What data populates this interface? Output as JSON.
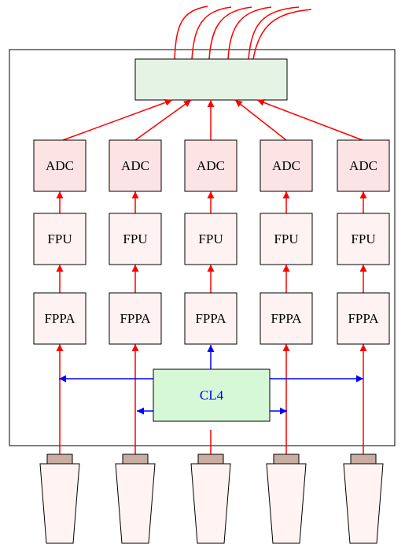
{
  "channels": [
    {
      "adc_label": "ADC",
      "fpu_label": "FPU",
      "fppa_label": "FPPA"
    },
    {
      "adc_label": "ADC",
      "fpu_label": "FPU",
      "fppa_label": "FPPA"
    },
    {
      "adc_label": "ADC",
      "fpu_label": "FPU",
      "fppa_label": "FPPA"
    },
    {
      "adc_label": "ADC",
      "fpu_label": "FPU",
      "fppa_label": "FPPA"
    },
    {
      "adc_label": "ADC",
      "fpu_label": "FPU",
      "fppa_label": "FPPA"
    }
  ],
  "control": {
    "label": "CL4"
  },
  "colors": {
    "signal_arrow": "#ff0000",
    "control_arrow": "#0000ff",
    "control_text": "#0000ff",
    "adc_fill": "#fde4e4",
    "module_fill": "#fff2f2",
    "collector_fill": "#e4f3e4",
    "control_fill": "#d6f8d6",
    "connector_fill": "#c8ada0",
    "sensor_fill": "#fff4f2"
  }
}
